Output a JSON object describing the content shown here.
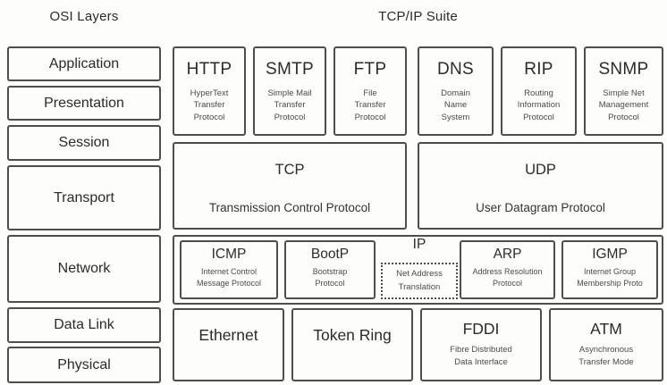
{
  "titles": {
    "osi": "OSI Layers",
    "suite": "TCP/IP Suite"
  },
  "osi_layers": [
    "Application",
    "Presentation",
    "Session",
    "Transport",
    "Network",
    "Data Link",
    "Physical"
  ],
  "application_protocols": [
    {
      "acronym": "HTTP",
      "full": "HyperText\nTransfer\nProtocol"
    },
    {
      "acronym": "SMTP",
      "full": "Simple Mail\nTransfer\nProtocol"
    },
    {
      "acronym": "FTP",
      "full": "File\nTransfer\nProtocol"
    },
    {
      "acronym": "DNS",
      "full": "Domain\nName\nSystem"
    },
    {
      "acronym": "RIP",
      "full": "Routing\nInformation\nProtocol"
    },
    {
      "acronym": "SNMP",
      "full": "Simple Net\nManagement\nProtocol"
    }
  ],
  "transport_protocols": [
    {
      "acronym": "TCP",
      "full": "Transmission Control Protocol"
    },
    {
      "acronym": "UDP",
      "full": "User Datagram Protocol"
    }
  ],
  "network_protocols": {
    "icmp": {
      "acronym": "ICMP",
      "full": "Internet Control\nMessage Protocol"
    },
    "bootp": {
      "acronym": "BootP",
      "full": "Bootstrap\nProtocol"
    },
    "ip": {
      "acronym": "IP",
      "nat": "Net Address\nTranslation"
    },
    "arp": {
      "acronym": "ARP",
      "full": "Address Resolution\nProtocol"
    },
    "igmp": {
      "acronym": "IGMP",
      "full": "Internet Group\nMembership Proto"
    }
  },
  "link_protocols": [
    {
      "acronym": "Ethernet"
    },
    {
      "acronym": "Token Ring"
    },
    {
      "acronym": "FDDI",
      "full": "Fibre Distributed\nData Interface"
    },
    {
      "acronym": "ATM",
      "full": "Asynchronous\nTransfer Mode"
    }
  ],
  "colors": {
    "background": "#fdfdfc",
    "border": "#4d4d4d",
    "text": "#2b2b2b",
    "subtext": "#4b4b4b"
  }
}
